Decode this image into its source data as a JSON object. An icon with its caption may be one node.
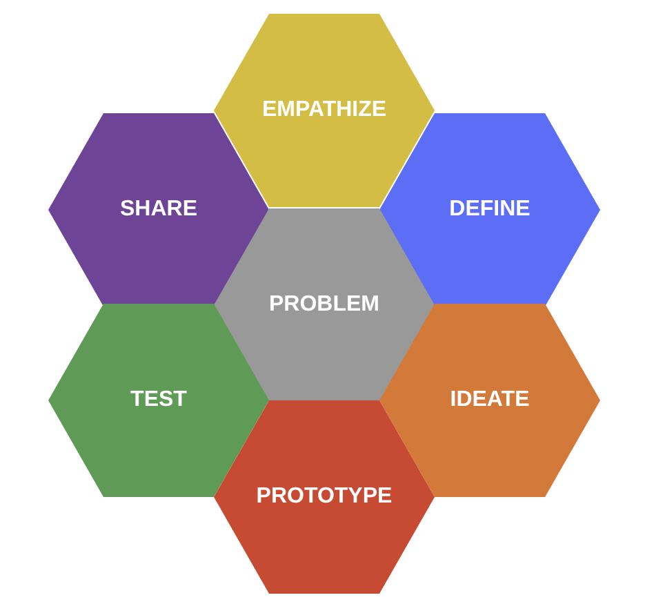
{
  "diagram": {
    "nodes": [
      {
        "text": [
          "EMPATHIZE"
        ]
      },
      {
        "text": [
          "SHARE"
        ]
      },
      {
        "text": [
          "DEFINE"
        ]
      },
      {
        "text": [
          "PROBLEM"
        ]
      },
      {
        "text": [
          "TEST"
        ]
      },
      {
        "text": [
          "IDEATE"
        ]
      },
      {
        "text": [
          "PROTOTYPE"
        ]
      }
    ],
    "edges": []
  }
}
